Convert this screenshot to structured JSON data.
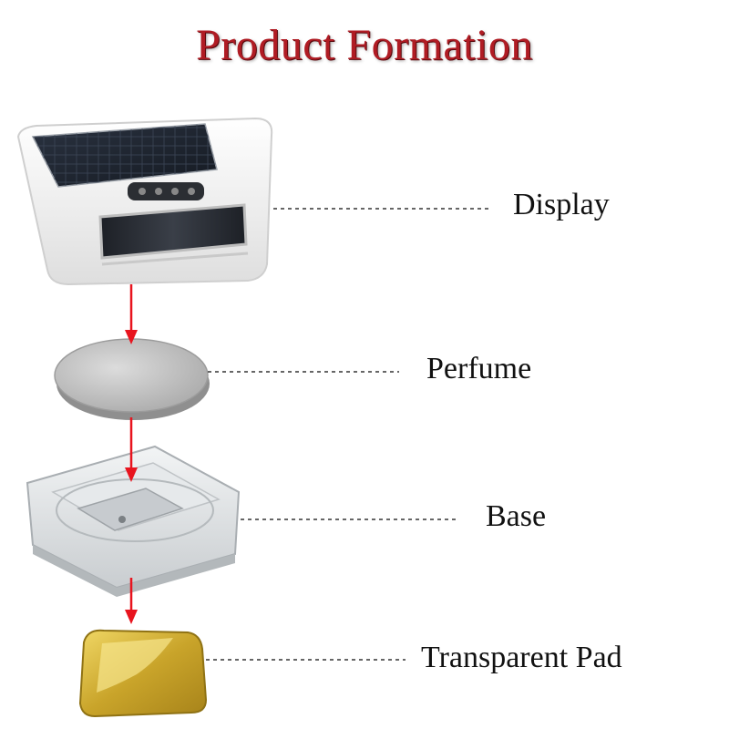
{
  "title": "Product Formation",
  "components": [
    {
      "label": "Display"
    },
    {
      "label": "Perfume"
    },
    {
      "label": "Base"
    },
    {
      "label": "Transparent Pad"
    }
  ],
  "colors": {
    "title": "#b01c24",
    "arrow": "#e8141e",
    "leader": "#333333",
    "label": "#111111",
    "pad": "#d8b73a"
  }
}
